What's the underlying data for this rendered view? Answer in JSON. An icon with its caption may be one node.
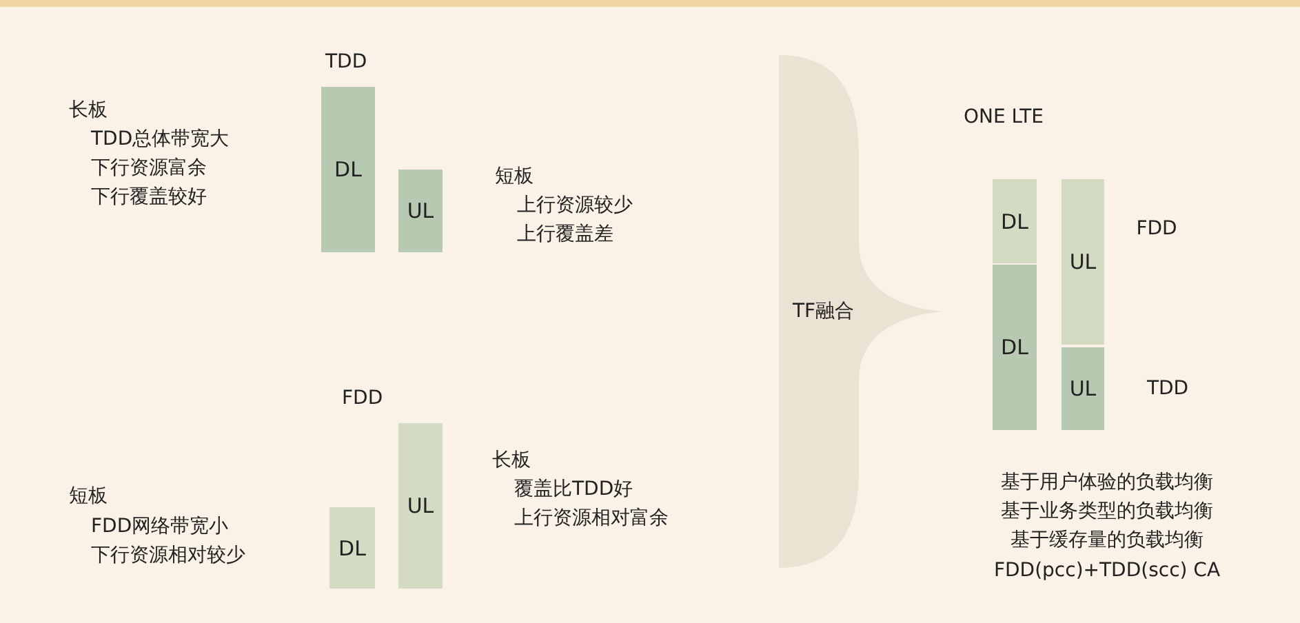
{
  "diagram": {
    "nodes": [
      {
        "text": [
          "DL"
        ]
      },
      {
        "text": [
          "UL"
        ]
      },
      {
        "text": [
          "DL"
        ]
      },
      {
        "text": [
          "UL"
        ]
      },
      {
        "text": [
          "TF融合"
        ]
      },
      {
        "text": [
          "DL"
        ]
      },
      {
        "text": [
          "DL"
        ]
      },
      {
        "text": [
          "UL"
        ]
      },
      {
        "text": [
          "UL"
        ]
      }
    ],
    "labels": [
      "TDD",
      "长板",
      "TDD总体带宽大",
      "下行资源富余",
      "下行覆盖较好",
      "短板",
      "上行资源较少",
      "上行覆盖差",
      "FDD",
      "长板",
      "覆盖比TDD好",
      "上行资源相对富余",
      "短板",
      "FDD网络带宽小",
      "下行资源相对较少",
      "ONE LTE",
      "FDD",
      "TDD",
      "基于用户体验的负载均衡",
      "基于业务类型的负载均衡",
      "基于缓存量的负载均衡",
      "FDD(pcc)+TDD(scc) CA"
    ]
  }
}
